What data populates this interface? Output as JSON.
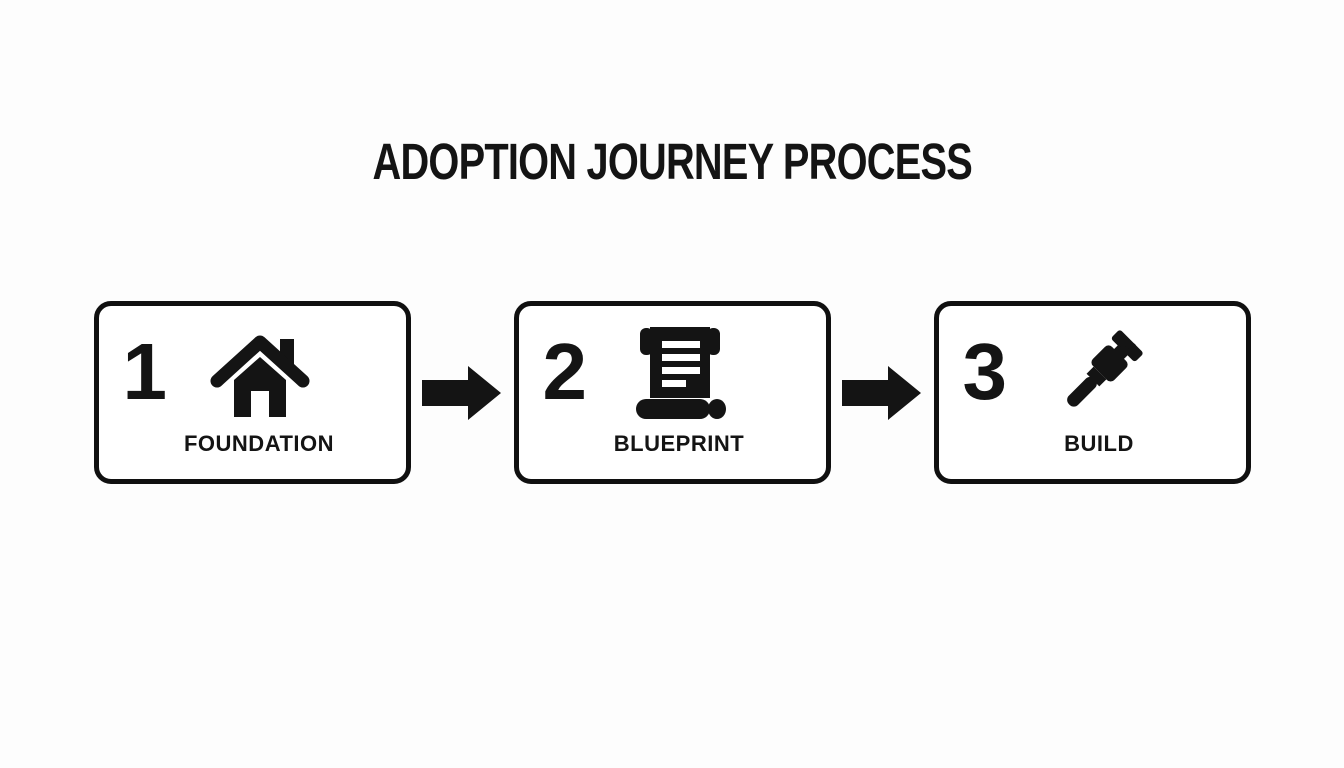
{
  "title": "ADOPTION JOURNEY PROCESS",
  "colors": {
    "background": "#fdfdfd",
    "ink": "#141414",
    "box_fill": "#ffffff",
    "box_border": "#101010"
  },
  "process": {
    "steps": [
      {
        "number": "1",
        "label": "FOUNDATION",
        "icon": "house-icon"
      },
      {
        "number": "2",
        "label": "BLUEPRINT",
        "icon": "scroll-icon"
      },
      {
        "number": "3",
        "label": "BUILD",
        "icon": "hammer-icon"
      }
    ],
    "connector_icon": "arrow-right-icon"
  }
}
